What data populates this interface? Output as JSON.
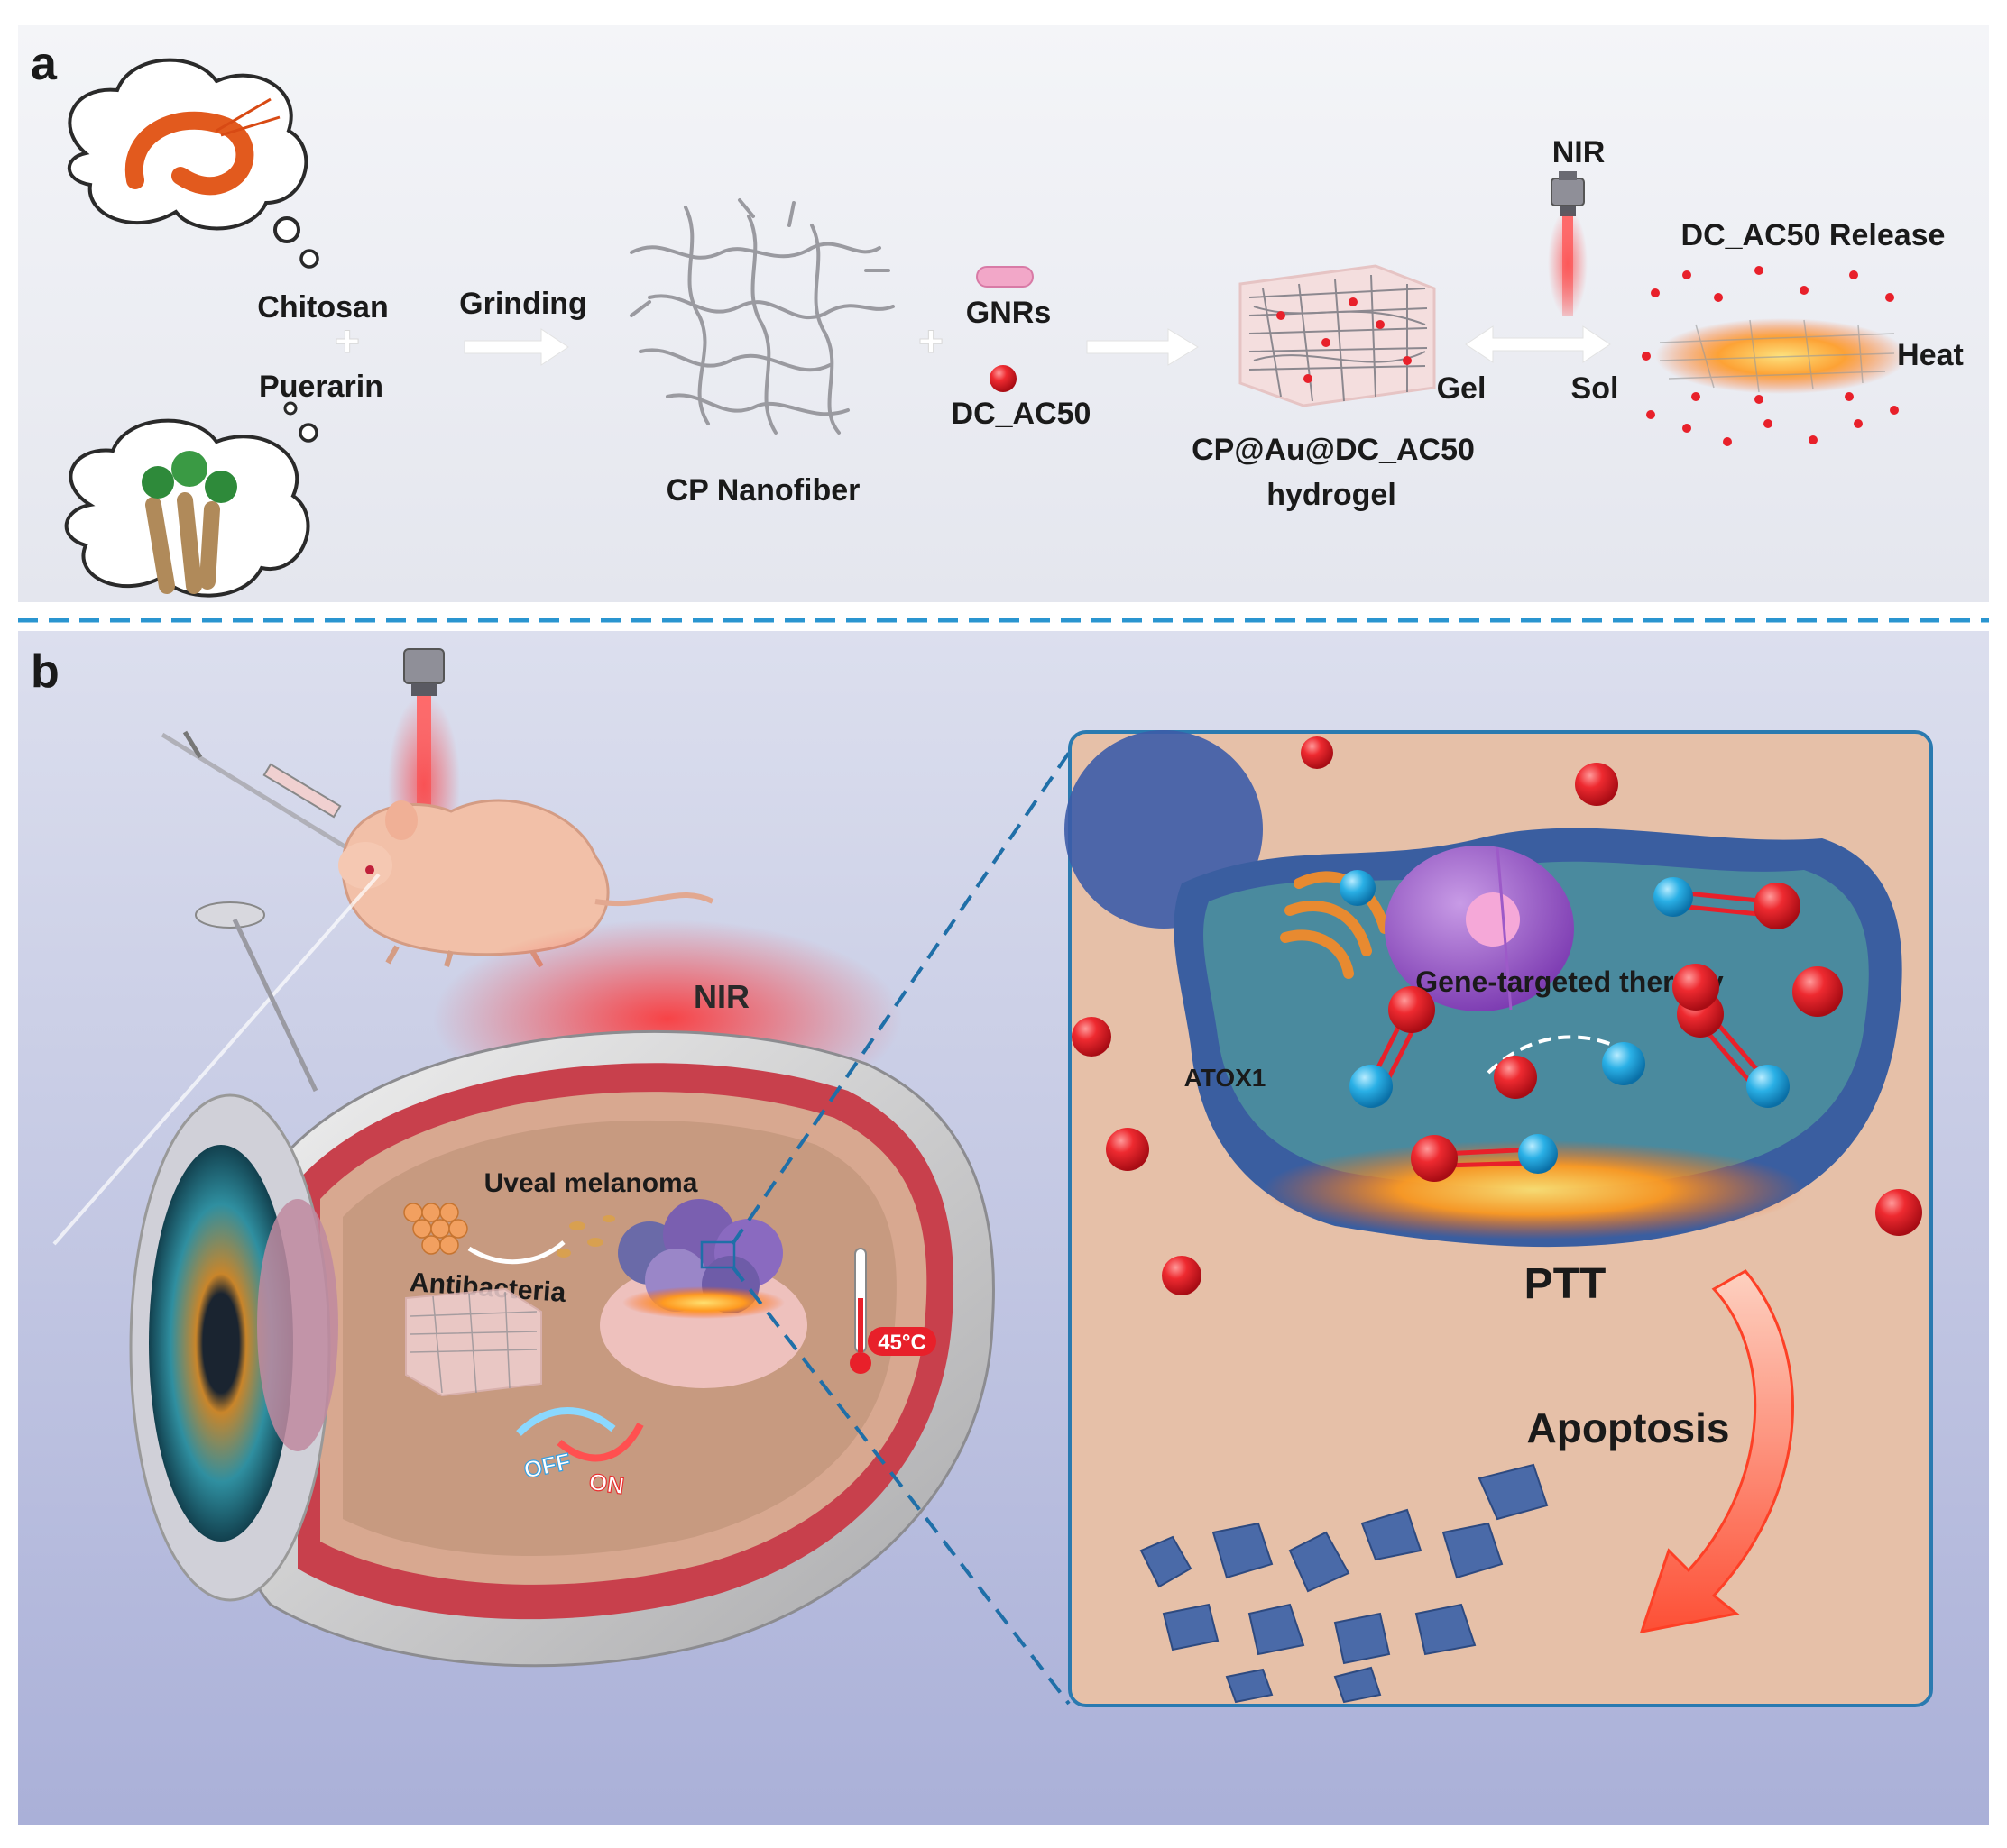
{
  "panel_a": {
    "letter": "a",
    "chitosan": "Chitosan",
    "puerarin": "Puerarin",
    "grinding": "Grinding",
    "cp_nanofiber": "CP Nanofiber",
    "gnrs": "GNRs",
    "dc_ac50": "DC_AC50",
    "hydrogel_line1": "CP@Au@DC_AC50",
    "hydrogel_line2": "hydrogel",
    "nir": "NIR",
    "gel": "Gel",
    "sol": "Sol",
    "release": "DC_AC50 Release",
    "heat": "Heat"
  },
  "panel_b": {
    "letter": "b",
    "nir": "NIR",
    "uveal_melanoma": "Uveal melanoma",
    "antibacteria": "Antibacteria",
    "temperature": "45°C",
    "off": "OFF",
    "on": "ON",
    "gene_therapy": "Gene-targeted therapy",
    "atox1": "ATOX1",
    "ptt": "PTT",
    "apoptosis": "Apoptosis"
  },
  "colors": {
    "divider": "#2a95d0",
    "panel_a_bg": "#eceef4",
    "panel_b_bg": "#c9cde6",
    "inset_border": "#2a7ab0",
    "inset_bg": "#e6c0a8",
    "drug_red": "#e8202a",
    "atox1_blue": "#2aaee0",
    "laser": "#ff3b3b"
  }
}
